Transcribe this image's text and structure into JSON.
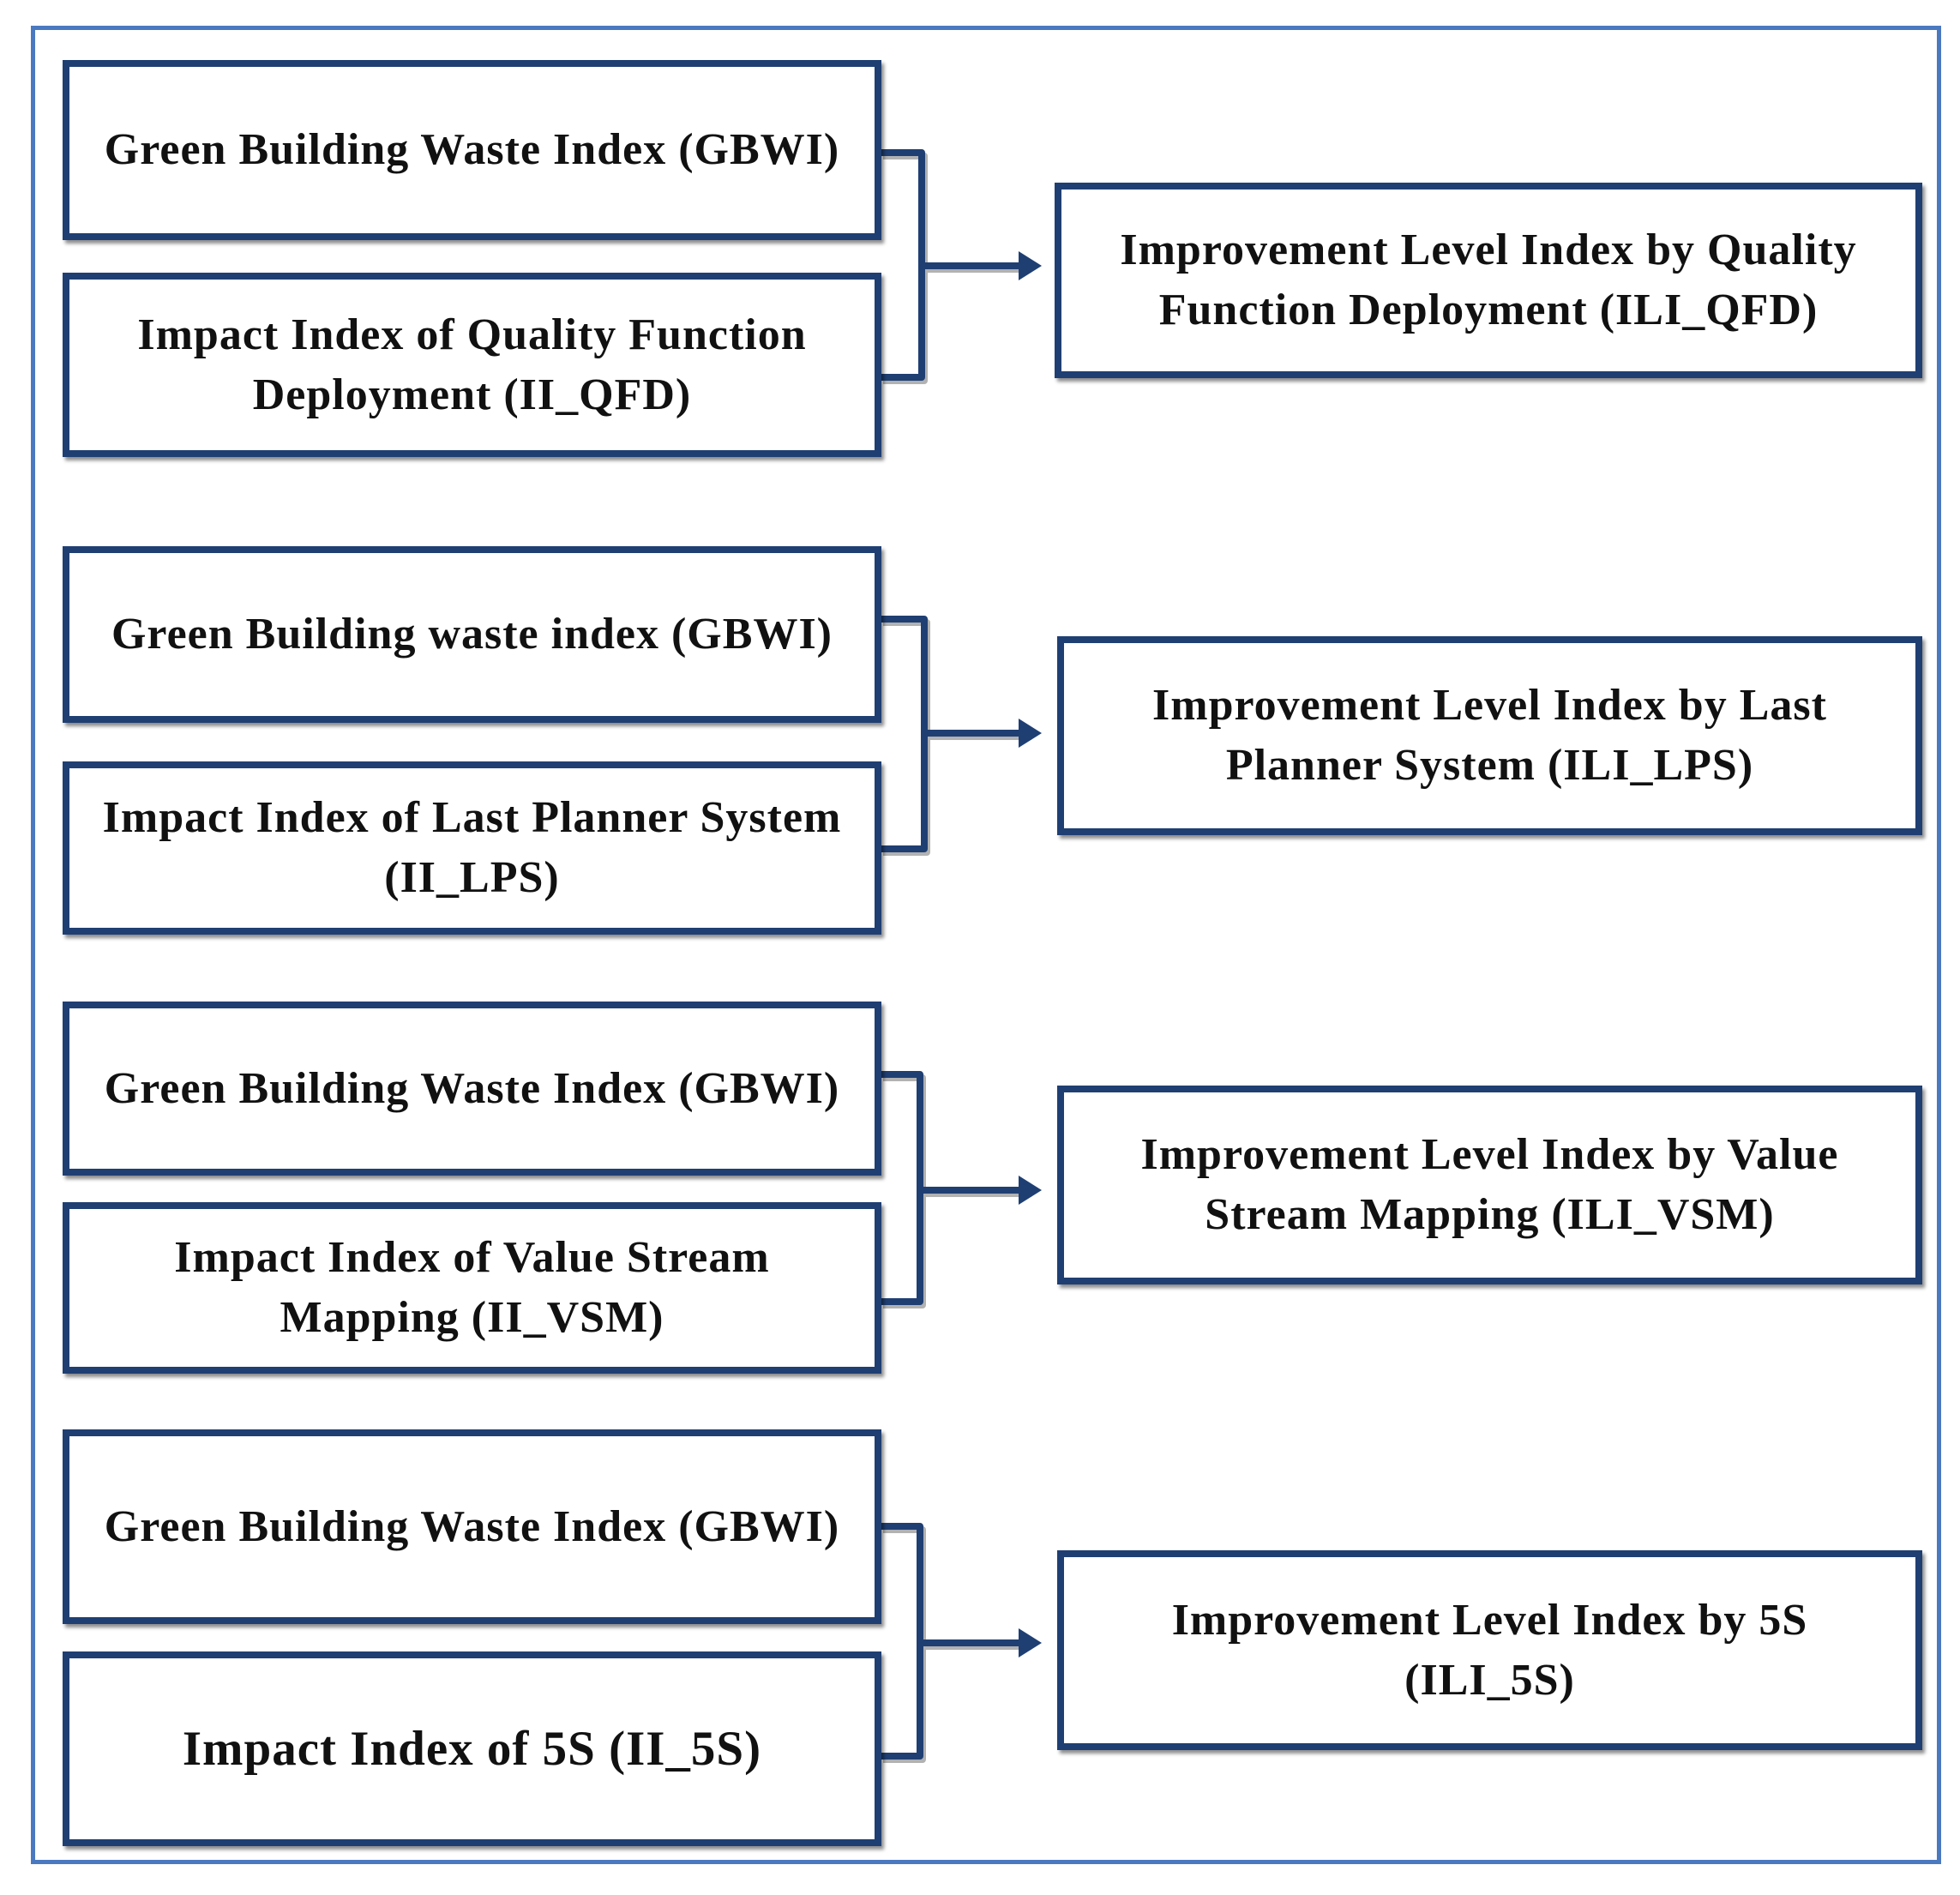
{
  "groups": [
    {
      "input_top": "Green Building Waste Index (GBWI)",
      "input_bottom": "Impact Index of Quality Function Deployment (II_QFD)",
      "output": "Improvement Level Index by Quality Function Deployment (ILI_QFD)"
    },
    {
      "input_top": "Green Building waste index (GBWI)",
      "input_bottom": "Impact Index of Last Planner System (II_LPS)",
      "output": "Improvement Level Index by Last Planner System (ILI_LPS)"
    },
    {
      "input_top": "Green Building Waste Index (GBWI)",
      "input_bottom": "Impact Index of Value Stream Mapping (II_VSM)",
      "output": "Improvement Level Index by Value Stream Mapping (ILI_VSM)"
    },
    {
      "input_top": "Green Building Waste Index (GBWI)",
      "input_bottom": "Impact Index of 5S (II_5S)",
      "output": "Improvement Level Index by 5S (ILI_5S)"
    }
  ],
  "colors": {
    "box_border": "#1f3f73",
    "frame_border": "#4b79c0",
    "text": "#111111"
  }
}
